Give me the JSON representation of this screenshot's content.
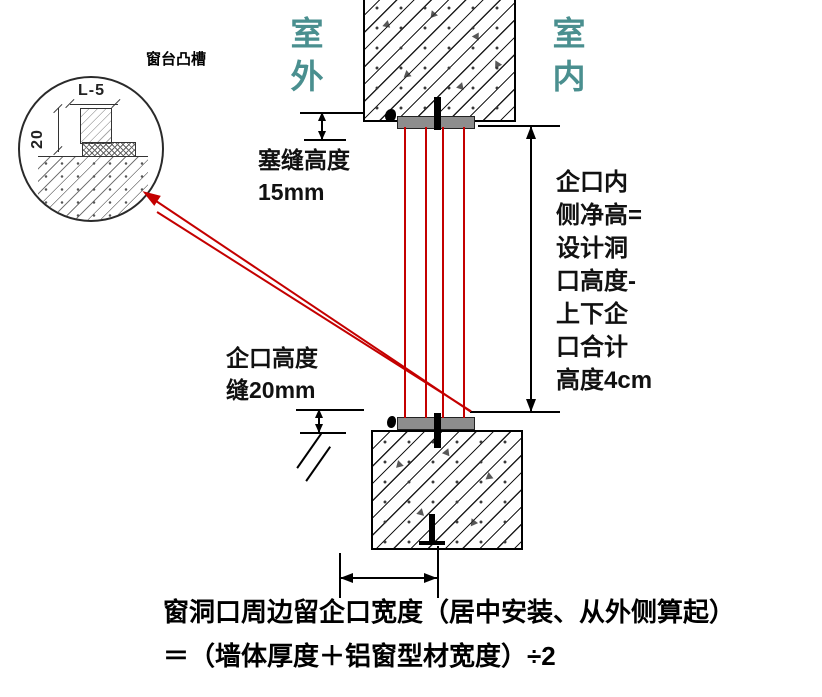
{
  "colors": {
    "red": "#c40000",
    "teal": "#4a8f8f",
    "bar_gray": "#8d8d8d"
  },
  "detail": {
    "title": "窗台凸槽",
    "dim_width": "L-5",
    "dim_depth": "20"
  },
  "sides": {
    "outdoor": "室外",
    "indoor": "室内"
  },
  "annotations": {
    "seam_label": "塞缝高度",
    "seam_value": "15mm",
    "rabbet_label": "企口高度",
    "rabbet_value": "缝20mm",
    "right_note_lines": [
      "企口内",
      "侧净高=",
      "设计洞",
      "口高度-",
      "上下企",
      "口合计",
      "高度4cm"
    ]
  },
  "formula": {
    "line1": "窗洞口周边留企口宽度（居中安装、从外侧算起）",
    "line2": "＝（墙体厚度＋铝窗型材宽度）÷2"
  }
}
